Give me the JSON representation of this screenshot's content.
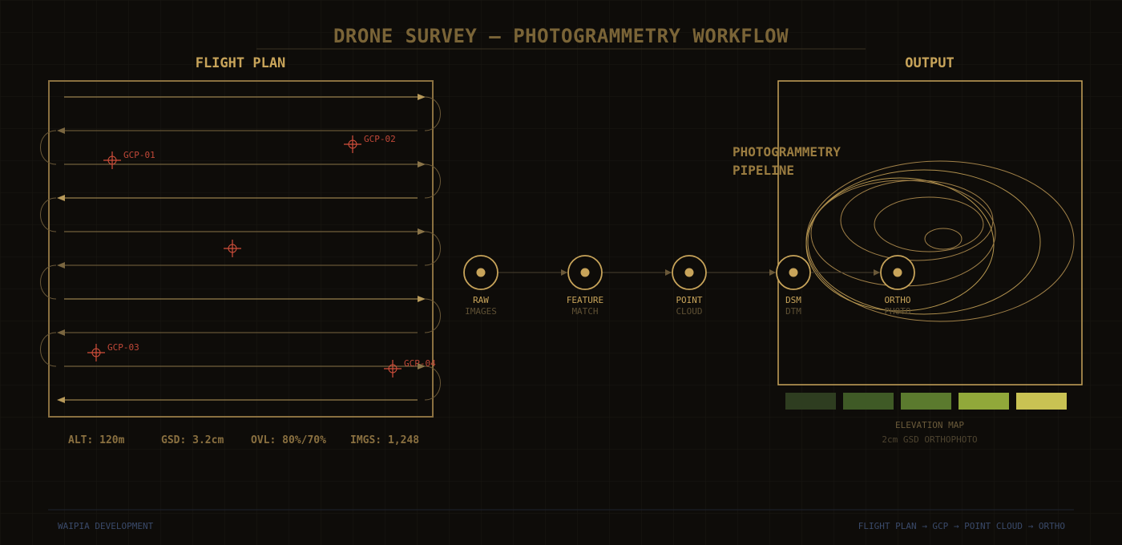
{
  "title": "DRONE SURVEY — PHOTOGRAMMETRY WORKFLOW",
  "flight_plan": {
    "heading": "FLIGHT PLAN",
    "gcps": [
      {
        "label": "GCP-01"
      },
      {
        "label": "GCP-02"
      },
      {
        "label": ""
      },
      {
        "label": "GCP-03"
      },
      {
        "label": "GCP-04"
      }
    ],
    "stats": {
      "alt": "ALT: 120m",
      "gsd": "GSD: 3.2cm",
      "ovl": "OVL: 80%/70%",
      "imgs": "IMGS: 1,248"
    }
  },
  "output": {
    "heading": "OUTPUT",
    "overlay_title_line1": "PHOTOGRAMMETRY",
    "overlay_title_line2": "PIPELINE",
    "elevation_label": "ELEVATION MAP",
    "sub_label": "2cm GSD  ORTHOPHOTO",
    "elevation_colors": [
      "#2e3d20",
      "#3f5a26",
      "#5b7a2e",
      "#91a83a",
      "#c9c253"
    ]
  },
  "pipeline": {
    "stages": [
      {
        "line1": "RAW",
        "line2": "IMAGES"
      },
      {
        "line1": "FEATURE",
        "line2": "MATCH"
      },
      {
        "line1": "POINT",
        "line2": "CLOUD"
      },
      {
        "line1": "DSM",
        "line2": "DTM"
      },
      {
        "line1": "ORTHO",
        "line2": "PHOTO"
      }
    ]
  },
  "footer": {
    "left": "WAIPIA DEVELOPMENT",
    "right": "FLIGHT PLAN → GCP → POINT CLOUD → ORTHO"
  },
  "colors": {
    "gold": "#c8a45a",
    "gold_dim": "#8a7040",
    "red": "#d4503c",
    "footer_blue": "#3a4a6a",
    "grid": "#1c1a15"
  }
}
